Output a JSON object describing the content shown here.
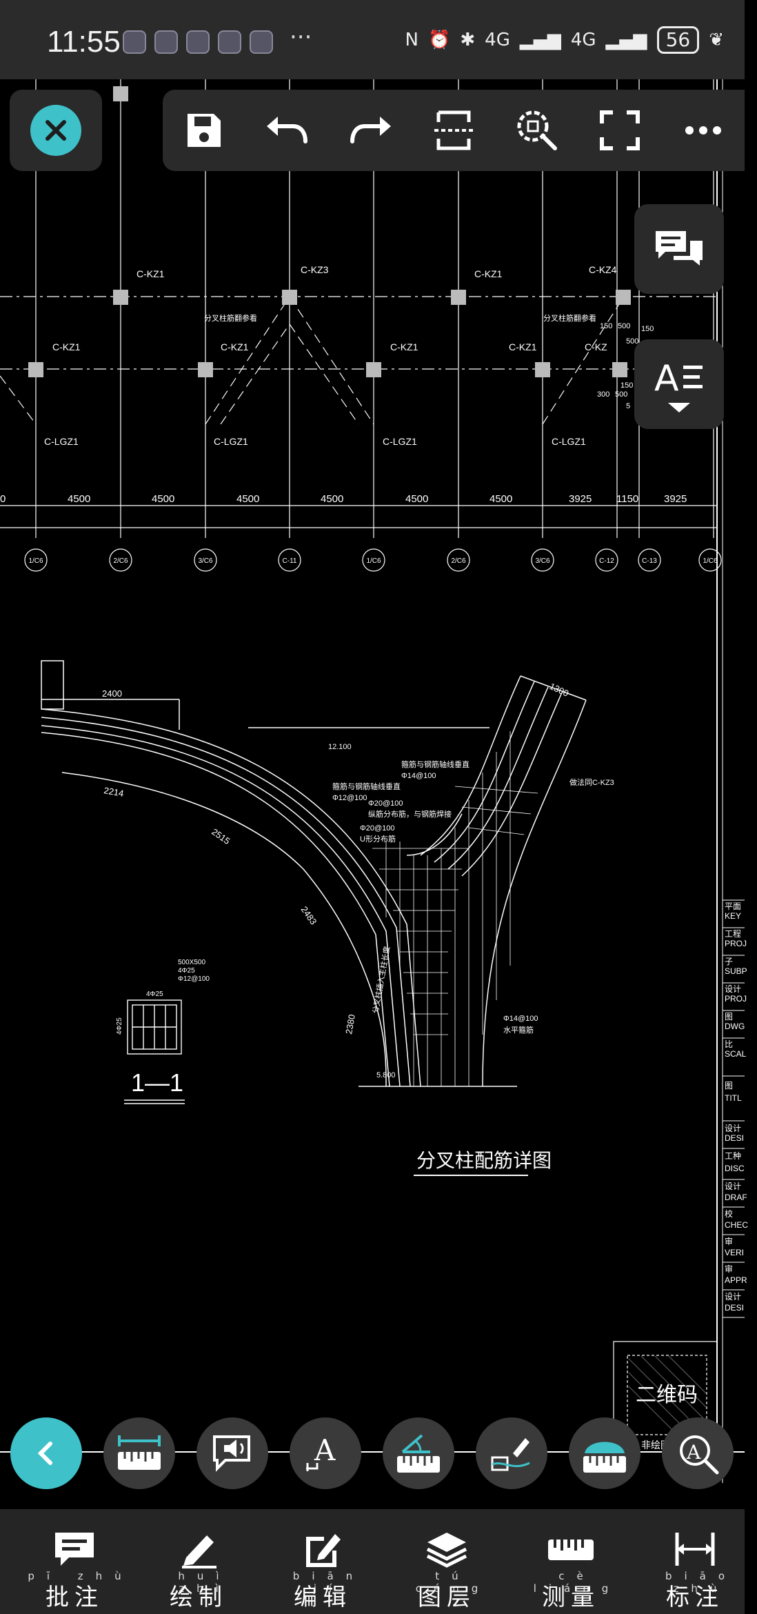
{
  "status_bar": {
    "time": "11:55",
    "more": "···",
    "network1": "4G",
    "network2": "4G",
    "battery": "56"
  },
  "toolbar": {
    "close_icon": "close-icon",
    "items": [
      "save-icon",
      "undo-icon",
      "redo-icon",
      "crop-icon",
      "zoom-fit-icon",
      "fullscreen-icon",
      "more-icon"
    ]
  },
  "drawing": {
    "column_labels_top": [
      "C-KZ1",
      "C-KZ3",
      "C-KZ1",
      "C-KZ4"
    ],
    "column_labels_mid": [
      "C-KZ1",
      "C-KZ1",
      "C-KZ1",
      "C-KZ1",
      "C-KZ"
    ],
    "column_labels_low": [
      "C-LGZ1",
      "C-LGZ1",
      "C-LGZ1",
      "C-LGZ1"
    ],
    "fork_notes": [
      "分叉柱筋翻参看",
      "分叉柱筋翻参看"
    ],
    "small_dims": [
      "150",
      "500",
      "150",
      "500",
      "150",
      "300",
      "500",
      "5"
    ],
    "dims": [
      "0",
      "4500",
      "4500",
      "4500",
      "4500",
      "4500",
      "4500",
      "3925",
      "1150",
      "3925"
    ],
    "grid_axes": [
      "1/C6",
      "2/C6",
      "3/C6",
      "C-11",
      "1/C6",
      "2/C6",
      "3/C6",
      "C-12",
      "C-13",
      "1/C6"
    ],
    "detail": {
      "dim_2400": "2400",
      "dim_1300": "1300",
      "elev_12100": "12.100",
      "dim_2214": "2214",
      "dim_2515": "2515",
      "dim_2483": "2483",
      "dim_2380": "2380",
      "elev_5800": "5.800",
      "note_kz3": "做法同C-KZ3",
      "note_a": "箍筋与钢筋轴线垂直",
      "note_a2": "Φ14@100",
      "note_b": "箍筋与钢筋轴线垂直",
      "note_b2": "Φ12@100",
      "note_c": "Φ20@100",
      "note_c2": "纵筋分布筋，与钢筋焊接",
      "note_d": "Φ20@100",
      "note_d2": "U形分布筋",
      "note_e": "Φ14@100",
      "note_e2": "水平箍筋",
      "note_f": "分叉柱插入主柱长度",
      "section_spec1": "500X500",
      "section_spec2": "4Φ25",
      "section_spec3": "Φ12@100",
      "section_top": "4Φ25",
      "section_side": "4Φ25",
      "section_name": "1—1",
      "title": "分叉柱配筋详图"
    },
    "title_block": [
      "平面",
      "KEY",
      "工程",
      "PROJ",
      "子",
      "SUBP",
      "设计",
      "PROJ",
      "图",
      "DWG",
      "比",
      "SCAL",
      "图",
      "TITL",
      "设计",
      "DESI",
      "工种",
      "DISC",
      "设计",
      "DRAF",
      "校",
      "CHEC",
      "审",
      "VERI",
      "审",
      "APPR",
      "设计",
      "DESI"
    ],
    "qr_label": "二维码",
    "qr_sub": "非绘图"
  },
  "bottom_tools": [
    "back-icon",
    "measure-length-icon",
    "voice-note-icon",
    "text-annotation-icon",
    "measure-angle-icon",
    "sketch-icon",
    "measure-area-icon",
    "zoom-search-icon"
  ],
  "tabs": [
    {
      "pinyin": "pī zhù",
      "label": "批注"
    },
    {
      "pinyin": "huì zhì",
      "label": "绘制"
    },
    {
      "pinyin": "biān jí",
      "label": "编辑"
    },
    {
      "pinyin": "tú céng",
      "label": "图层"
    },
    {
      "pinyin": "cè liáng",
      "label": "测量"
    },
    {
      "pinyin": "biāo zhù",
      "label": "标注"
    }
  ],
  "colors": {
    "accent": "#3fc1c9",
    "panel": "#2a2a2a",
    "tabbar": "#252525"
  }
}
